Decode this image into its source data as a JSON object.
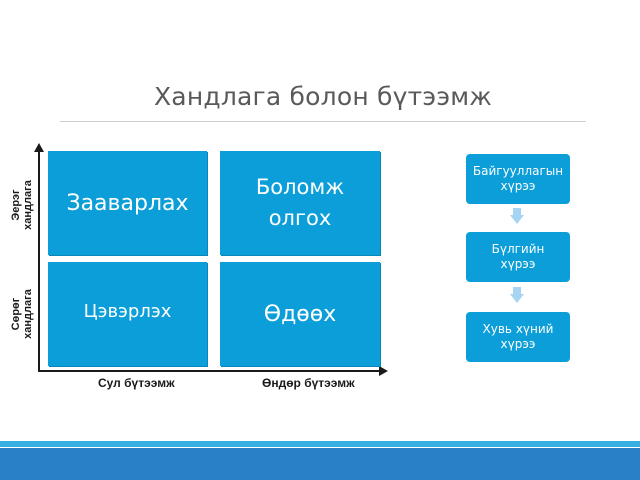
{
  "slide": {
    "title": "Хандлага болон бүтээмж"
  },
  "matrix": {
    "quadrants": {
      "top_left": "Зааварлах",
      "top_right": "Боломж\nолгох",
      "bottom_left": "Цэвэрлэх",
      "bottom_right": "Өдөөх"
    },
    "y_labels": {
      "top": "Эерэг\nхандлага",
      "bottom": "Сөрөг\nхандлага"
    },
    "x_labels": {
      "low": "Сул бүтээмж",
      "high": "Өндөр бүтээмж"
    }
  },
  "flow": {
    "steps": [
      "Байгууллагын\nхүрээ",
      "Бүлгийн\nхүрээ",
      "Хувь хүний\nхүрээ"
    ]
  },
  "colors": {
    "box": "#0b9ed9",
    "arrow": "#a6d4f2",
    "footer": "#2980c6",
    "footer_line": "#34aee3"
  }
}
